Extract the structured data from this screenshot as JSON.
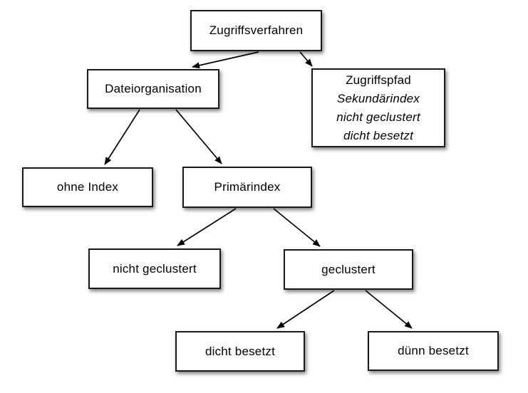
{
  "diagram": {
    "title_node": "Zugriffsverfahren",
    "colors": {
      "background": "#ffffff",
      "box_fill": "#ffffff",
      "box_border": "#1a1a1a",
      "text": "#000000",
      "edge": "#000000"
    },
    "nodes": {
      "zugriffsverfahren": {
        "label": "Zugriffsverfahren"
      },
      "dateiorganisation": {
        "label": "Dateiorganisation"
      },
      "zugriffspfad": {
        "lines": [
          "Zugriffspfad",
          "Sekundärindex",
          "nicht geclustert",
          "dicht besetzt"
        ]
      },
      "ohne_index": {
        "label": "ohne Index"
      },
      "primaerindex": {
        "label": "Primärindex"
      },
      "nicht_geclustert": {
        "label": "nicht geclustert"
      },
      "geclustert": {
        "label": "geclustert"
      },
      "dicht_besetzt": {
        "label": "dicht besetzt"
      },
      "duenn_besetzt": {
        "label": "dünn besetzt"
      }
    },
    "edges": [
      {
        "from": "zugriffsverfahren",
        "to": "dateiorganisation"
      },
      {
        "from": "zugriffsverfahren",
        "to": "zugriffspfad"
      },
      {
        "from": "dateiorganisation",
        "to": "ohne_index"
      },
      {
        "from": "dateiorganisation",
        "to": "primaerindex"
      },
      {
        "from": "primaerindex",
        "to": "nicht_geclustert"
      },
      {
        "from": "primaerindex",
        "to": "geclustert"
      },
      {
        "from": "geclustert",
        "to": "dicht_besetzt"
      },
      {
        "from": "geclustert",
        "to": "duenn_besetzt"
      }
    ]
  }
}
